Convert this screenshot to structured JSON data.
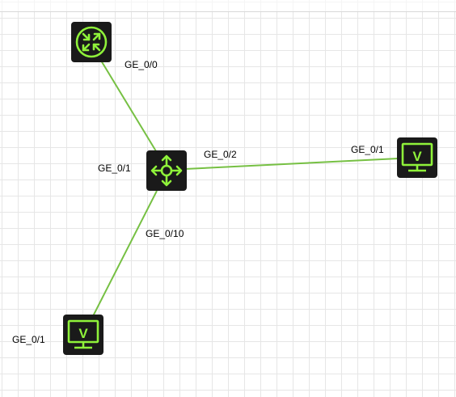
{
  "colors": {
    "link": "#76c043",
    "icon": "#8ff23a",
    "device_body": "#1a1a1a"
  },
  "devices": [
    {
      "id": "router-top",
      "icon": "router-icon"
    },
    {
      "id": "switch-center",
      "icon": "l3-switch-icon"
    },
    {
      "id": "host-right",
      "icon": "host-monitor-icon",
      "letter": "V"
    },
    {
      "id": "host-bottom",
      "icon": "host-monitor-icon",
      "letter": "V"
    }
  ],
  "links": [
    {
      "from": "router-top",
      "to": "switch-center",
      "from_port": "GE_0/0",
      "to_port": "GE_0/1"
    },
    {
      "from": "switch-center",
      "to": "host-right",
      "from_port": "GE_0/2",
      "to_port": "GE_0/1"
    },
    {
      "from": "switch-center",
      "to": "host-bottom",
      "from_port": "GE_0/10",
      "to_port": "GE_0/1"
    }
  ]
}
